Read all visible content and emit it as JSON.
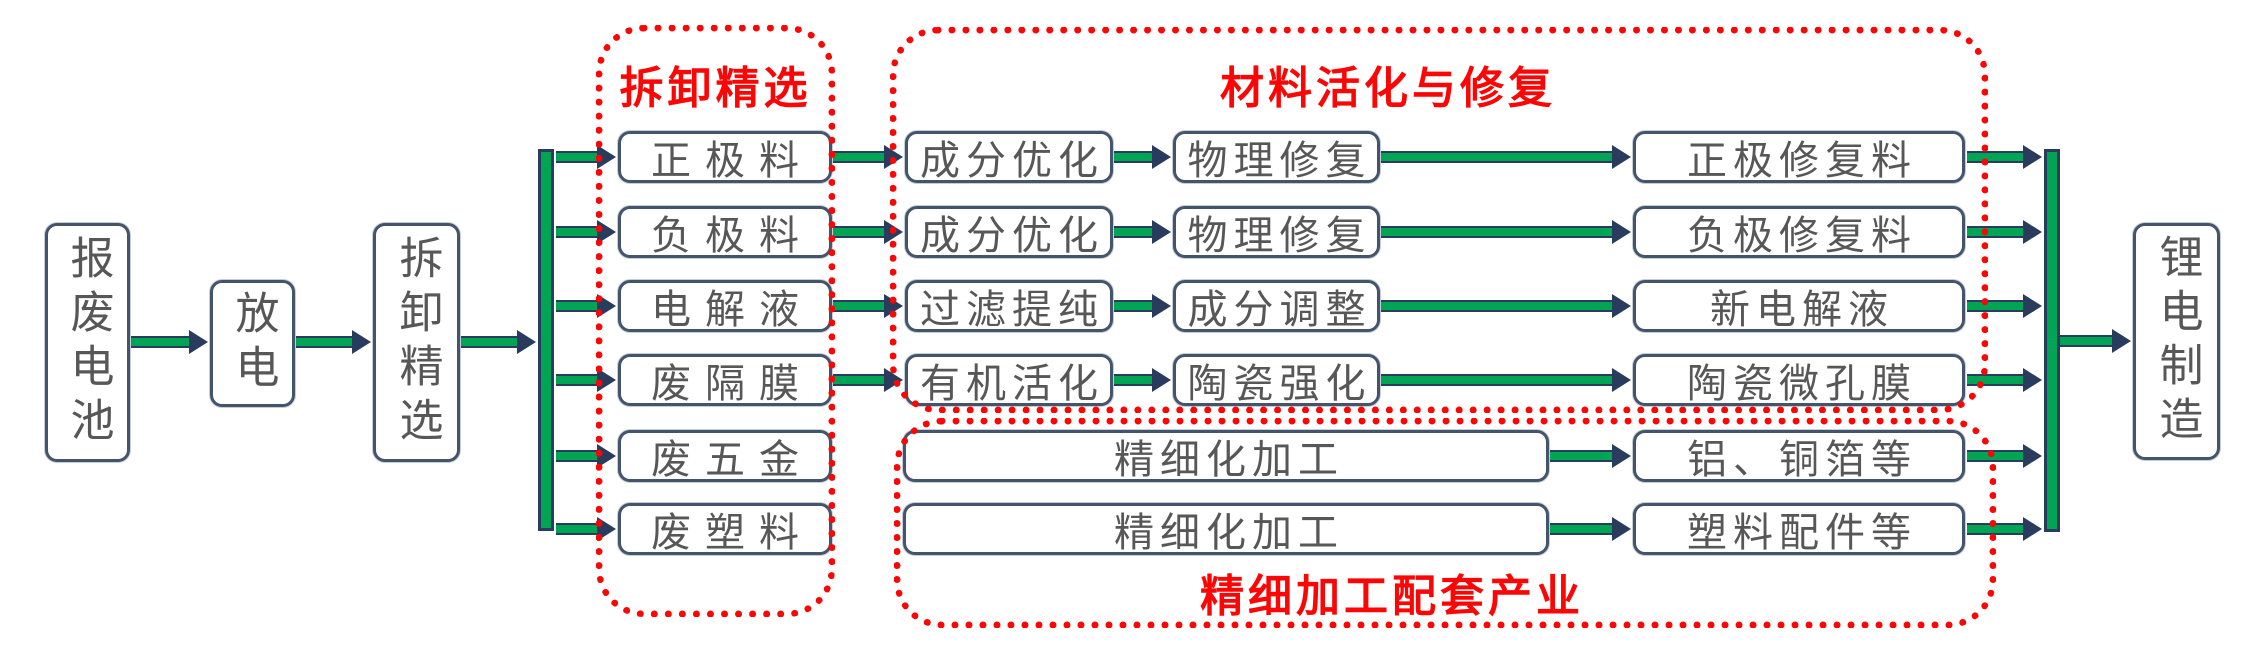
{
  "colors": {
    "frame_red": "#FB0505",
    "arrow_green": "#00A455",
    "arrow_navy": "#2A3C5E",
    "box_border": "#44546A",
    "box_text": "#575757"
  },
  "chain": {
    "scrap_battery": "报废电池",
    "discharge": "放电",
    "disassembly": "拆卸精选"
  },
  "groups": {
    "sorting_title": "拆卸精选",
    "repair_title": "材料活化与修复",
    "fine_title": "精细加工配套产业"
  },
  "materials": [
    "正极料",
    "负极料",
    "电解液",
    "废隔膜",
    "废五金",
    "废塑料"
  ],
  "repair_rows": [
    {
      "step1": "成分优化",
      "step2": "物理修复",
      "product": "正极修复料"
    },
    {
      "step1": "成分优化",
      "step2": "物理修复",
      "product": "负极修复料"
    },
    {
      "step1": "过滤提纯",
      "step2": "成分调整",
      "product": "新电解液"
    },
    {
      "step1": "有机活化",
      "step2": "陶瓷强化",
      "product": "陶瓷微孔膜"
    }
  ],
  "fine_rows": [
    {
      "step": "精细化加工",
      "product": "铝、铜箔等"
    },
    {
      "step": "精细化加工",
      "product": "塑料配件等"
    }
  ],
  "sink": "锂电制造"
}
